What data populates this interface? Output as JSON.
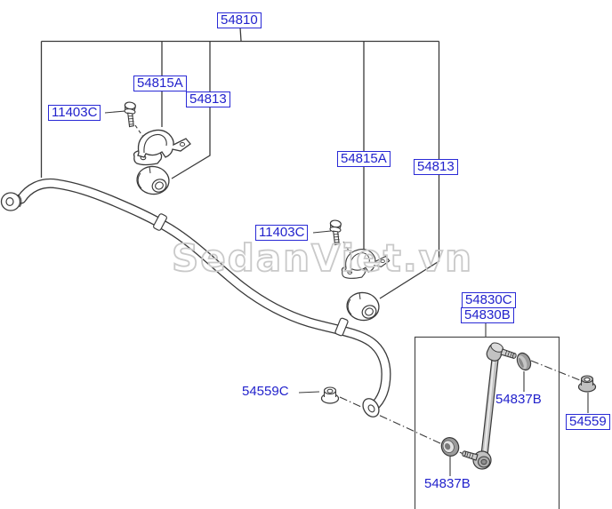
{
  "watermark": {
    "text": "SedanViet.vn",
    "color": "#c9c9c9"
  },
  "diagram": {
    "description": "Front stabilizer bar exploded parts diagram",
    "colors": {
      "label_blue": "#2222cc",
      "line": "#3a3a3a",
      "metal_gray": "#c2c2c2"
    },
    "labels": [
      {
        "text": "54810",
        "boxed": true
      },
      {
        "text": "54815A",
        "boxed": true
      },
      {
        "text": "54813",
        "boxed": true
      },
      {
        "text": "11403C",
        "boxed": true
      },
      {
        "text": "54815A",
        "boxed": true
      },
      {
        "text": "54813",
        "boxed": true
      },
      {
        "text": "11403C",
        "boxed": true
      },
      {
        "text": "54830C",
        "boxed": true
      },
      {
        "text": "54830B",
        "boxed": true
      },
      {
        "text": "54559C",
        "boxed": false
      },
      {
        "text": "54837B",
        "boxed": false
      },
      {
        "text": "54559",
        "boxed": true
      },
      {
        "text": "54837B",
        "boxed": false
      }
    ],
    "parts": [
      "stabilizer-bar",
      "clamp-bracket",
      "bushing",
      "flange-bolt",
      "stabilizer-link",
      "grommet",
      "flange-nut"
    ]
  }
}
